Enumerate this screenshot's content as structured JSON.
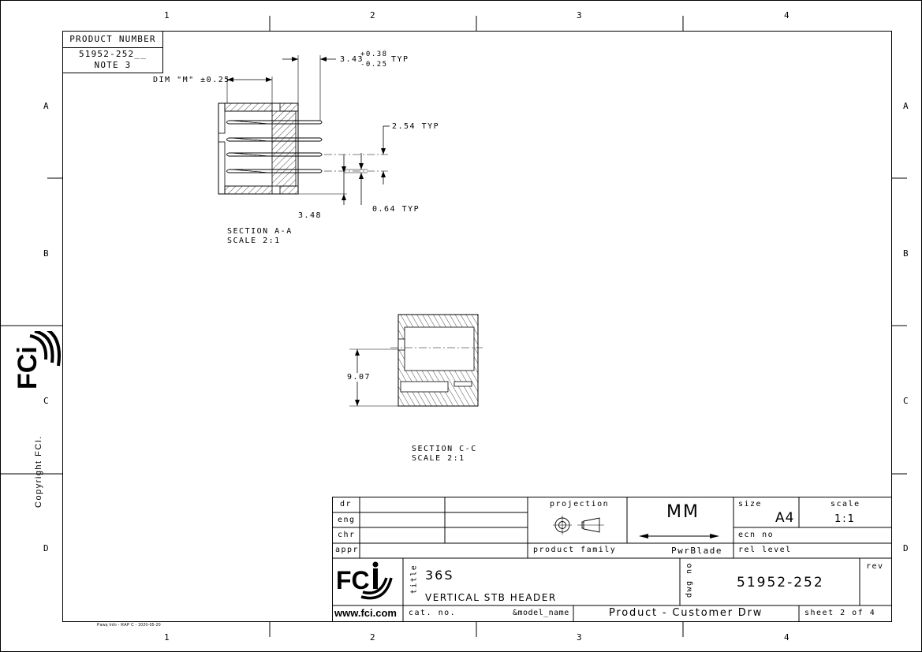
{
  "frame": {
    "columns": [
      "1",
      "2",
      "3",
      "4"
    ],
    "rows": [
      "A",
      "B",
      "C",
      "D"
    ]
  },
  "product_number_box": {
    "header": "PRODUCT NUMBER",
    "value": "51952-252__",
    "note": "NOTE 3"
  },
  "section_aa": {
    "dim_m": "DIM \"M\" ±0.25",
    "dim_343": "3.43",
    "tol_plus": "+0.38",
    "tol_minus": "-0.25",
    "typ_343": "TYP",
    "dim_254": "2.54 TYP",
    "dim_064": "0.64 TYP",
    "dim_348": "3.48",
    "caption": "SECTION  A-A",
    "scale": "SCALE  2:1"
  },
  "section_cc": {
    "dim_907": "9.07",
    "caption": "SECTION  C-C",
    "scale": "SCALE  2:1"
  },
  "side_branding": {
    "copyright": "Copyright FCI."
  },
  "title_block": {
    "dr_label": "dr",
    "eng_label": "eng",
    "chr_label": "chr",
    "appr_label": "appr",
    "projection_label": "projection",
    "units": "MM",
    "size_label": "size",
    "size_value": "A4",
    "scale_label": "scale",
    "scale_value": "1:1",
    "ecn_label": "ecn no",
    "product_family_label": "product family",
    "product_family_value": "PwrBlade",
    "rel_level_label": "rel level",
    "title_label": "title",
    "title_line1": "36S",
    "title_line2": "VERTICAL STB HEADER",
    "dwg_label": "dwg no",
    "dwg_value": "51952-252",
    "rev_label": "rev",
    "website": "www.fci.com",
    "cat_label": "cat. no.",
    "model_name": "&model_name",
    "drawing_type": "Product - Customer Drw",
    "sheet": "sheet 2 of 4"
  },
  "footer": {
    "file_note": "Pawq Info - RAP C - 2020-05-20"
  }
}
